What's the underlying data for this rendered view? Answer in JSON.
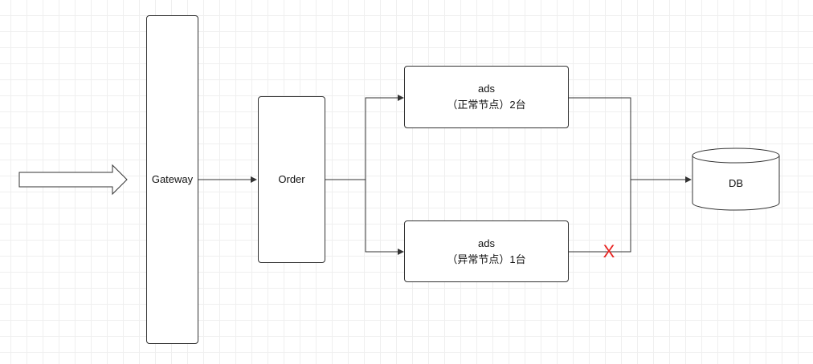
{
  "nodes": {
    "gateway": {
      "label": "Gateway"
    },
    "order": {
      "label": "Order"
    },
    "ads_normal": {
      "title": "ads",
      "subtitle": "（正常节点）2台"
    },
    "ads_abnormal": {
      "title": "ads",
      "subtitle": "（异常节点）1台"
    },
    "db": {
      "label": "DB"
    }
  },
  "failure_mark": "X",
  "colors": {
    "stroke": "#333333",
    "failure": "#e8211e",
    "grid": "#efefef"
  }
}
